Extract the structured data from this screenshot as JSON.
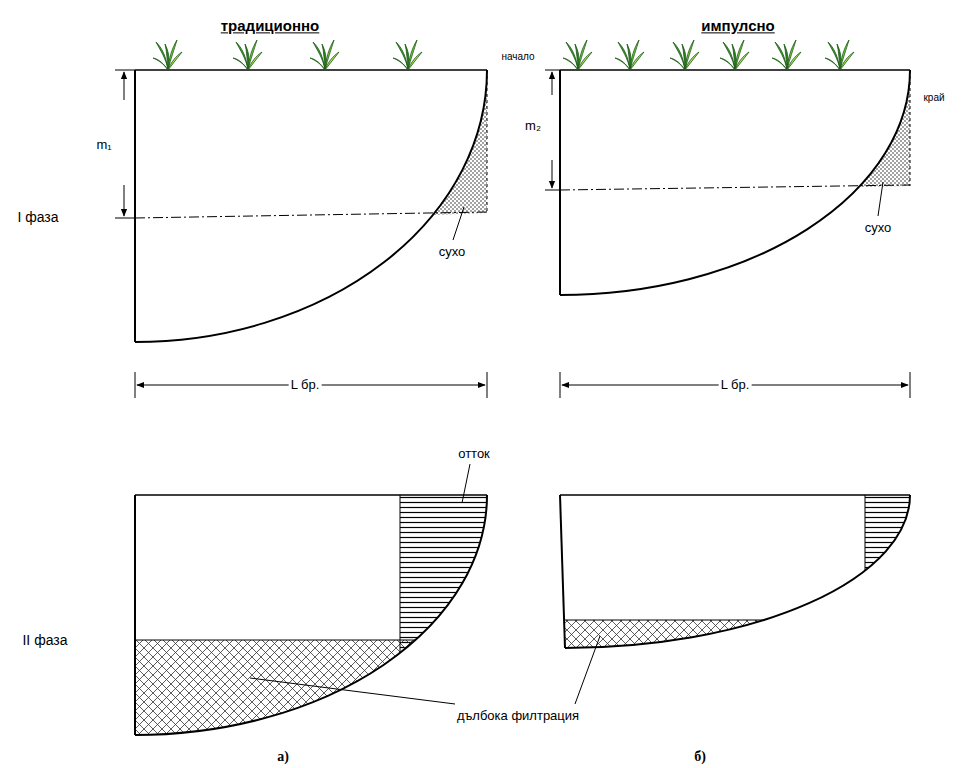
{
  "diagram": {
    "labels": [
      "традиционно",
      "импулсно",
      "начало",
      "край",
      "m₁",
      "m₂",
      "I фаза",
      "сухо",
      "сухо",
      "L бр.",
      "L бр.",
      "II фаза",
      "отток",
      "дълбока филтрация",
      "а)",
      "б)"
    ]
  }
}
